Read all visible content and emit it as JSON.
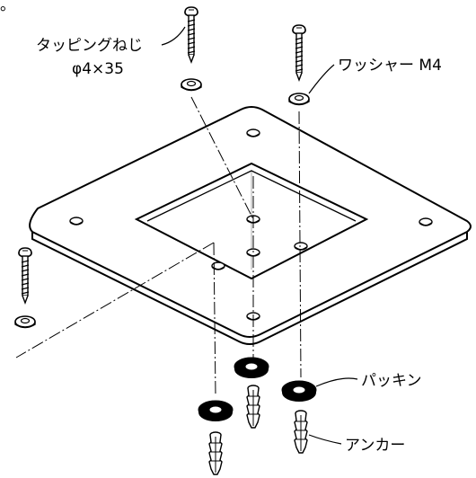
{
  "corner_mark": "。",
  "labels": {
    "tapping_screw_line1": "タッピングねじ",
    "tapping_screw_line2": "φ4×35",
    "washer": "ワッシャー M4",
    "packing": "パッキン",
    "anchor": "アンカー"
  }
}
